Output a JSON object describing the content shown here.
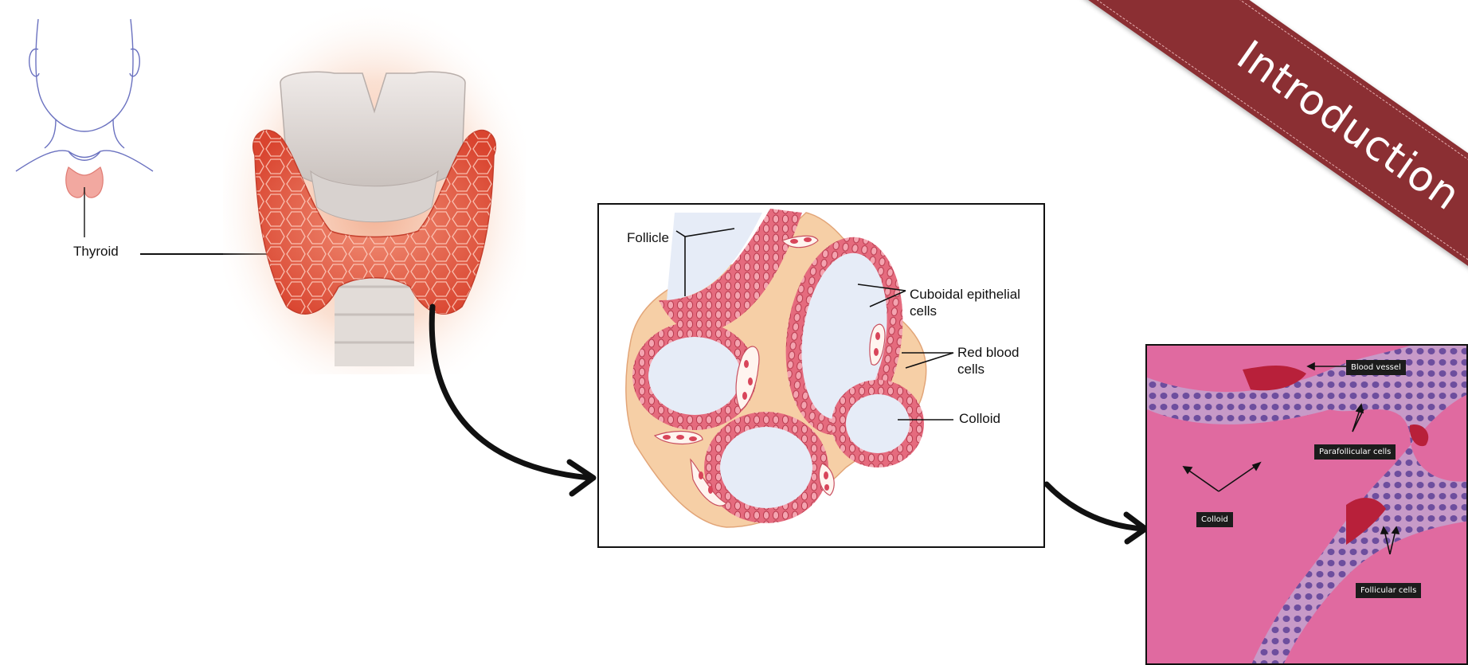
{
  "banner": {
    "label": "Introduction",
    "color": "#8b2f33"
  },
  "neck_panel": {
    "thyroid_label": "Thyroid"
  },
  "follicle_diagram": {
    "labels": {
      "follicle": "Follicle",
      "cuboidal": "Cuboidal epithelial",
      "cuboidal_line2": "cells",
      "rbc": "Red blood",
      "rbc_line2": "cells",
      "colloid": "Colloid"
    }
  },
  "micrograph": {
    "labels": {
      "blood_vessel": "Blood vessel",
      "parafollicular": "Parafollicular cells",
      "colloid": "Colloid",
      "follicular": "Follicular cells"
    }
  },
  "colors": {
    "gland": "#e5593f",
    "cartilage": "#d9d3d0",
    "epithelium": "#d45a6c",
    "colloid": "#e6ecf7",
    "stroma": "#f6cfa6",
    "tissue": "#dc6a9a"
  }
}
